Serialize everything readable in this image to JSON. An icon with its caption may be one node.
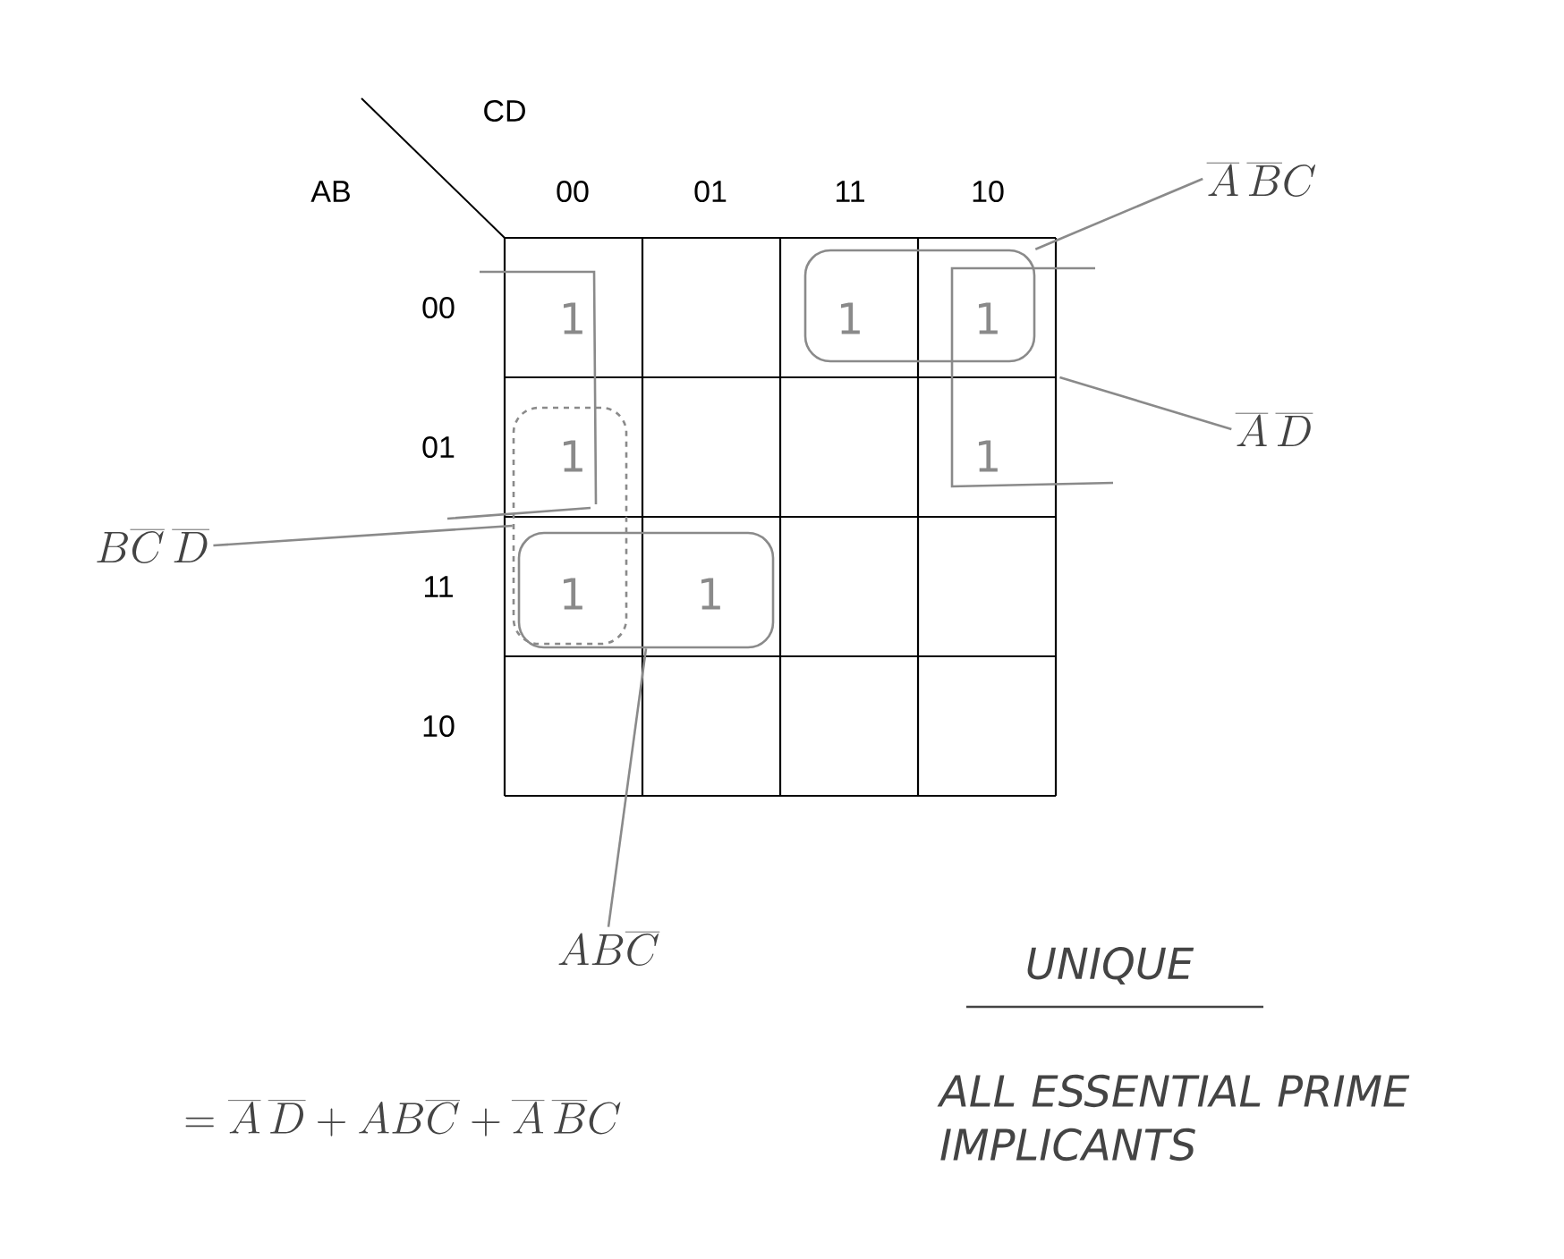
{
  "diagram": {
    "nodes": [
      {
        "text": [],
        "shape": "box"
      },
      {
        "text": [],
        "shape": "box"
      },
      {
        "text": [],
        "shape": "box"
      },
      {
        "text": [],
        "shape": "box"
      },
      {
        "text": [
          "\\overline{A}\\,\\overline{B}C"
        ]
      },
      {
        "text": [
          "\\overline{A}\\,\\overline{D}"
        ]
      },
      {
        "text": [
          "B\\overline{C}\\,\\overline{D}"
        ]
      },
      {
        "text": [
          "AB\\overline{C}"
        ]
      }
    ],
    "edges": [
      {
        "from": 4,
        "to": 0,
        "arrow": "none"
      },
      {
        "from": 5,
        "to": 1,
        "arrow": "none"
      },
      {
        "from": 6,
        "to": 2,
        "arrow": "none"
      },
      {
        "from": 7,
        "to": 3,
        "arrow": "none"
      }
    ],
    "labels": [
      "CD",
      "AB",
      "00",
      "01",
      "11",
      "10",
      "00",
      "1",
      "1",
      "1",
      "01",
      "1",
      "1",
      "11",
      "1",
      "1",
      "10",
      "UNIQUE",
      "ALL ESSENTIAL PRIME IMPLICANTS",
      "= \\overline{A}\\,\\overline{D} + AB\\overline{C} + \\overline{A}\\,\\overline{B}C"
    ]
  }
}
